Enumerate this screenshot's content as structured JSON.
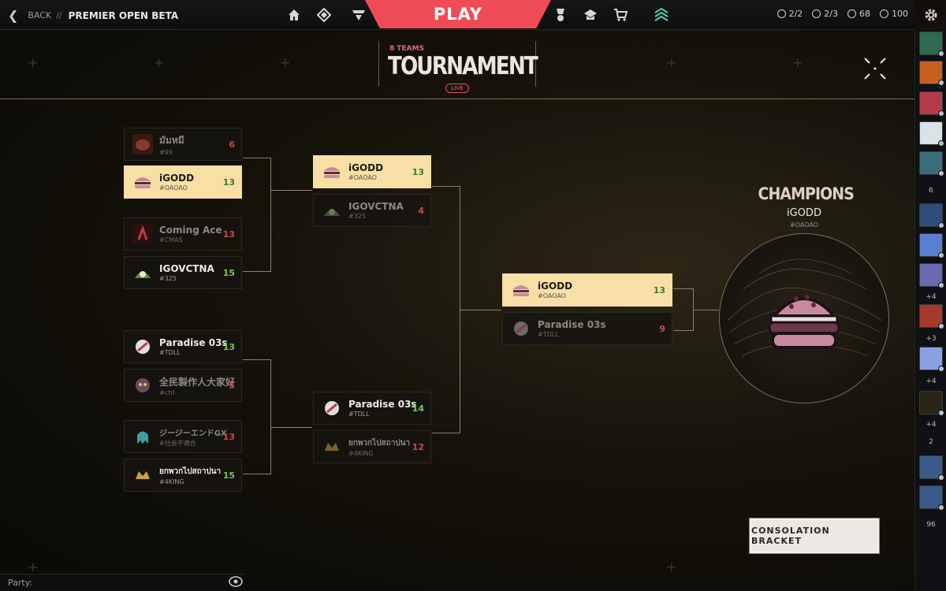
{
  "topbar": {
    "back_label": "BACK",
    "separator": "//",
    "page_title": "PREMIER OPEN BETA",
    "play_label": "PLAY",
    "stats": [
      {
        "icon": "clock-icon",
        "value": "2/2"
      },
      {
        "icon": "plus-circle-icon",
        "value": "2/3"
      },
      {
        "icon": "valorant-points-icon",
        "value": "68"
      },
      {
        "icon": "radianite-icon",
        "value": "100"
      }
    ]
  },
  "header": {
    "teams_label": "8 TEAMS",
    "title": "TOURNAMENT",
    "live_label": "LIVE"
  },
  "bracket": {
    "quarterfinals": [
      {
        "name": "มัมหมี",
        "tag": "#99",
        "score": "6"
      },
      {
        "name": "iGODD",
        "tag": "#OAOAO",
        "score": "13"
      },
      {
        "name": "Coming Ace",
        "tag": "#CMAS",
        "score": "13"
      },
      {
        "name": "IGOVCTNA",
        "tag": "#325",
        "score": "15"
      },
      {
        "name": "Paradise 03s",
        "tag": "#TDLL",
        "score": "13"
      },
      {
        "name": "全民製作人大家好",
        "tag": "#ctrl",
        "score": "5"
      },
      {
        "name": "ジージーエンドGX",
        "tag": "#社会不適合",
        "score": "13"
      },
      {
        "name": "ยกพวกไปสถาปนา",
        "tag": "#4KING",
        "score": "15"
      }
    ],
    "semifinals": [
      {
        "name": "iGODD",
        "tag": "#OAOAO",
        "score": "13"
      },
      {
        "name": "IGOVCTNA",
        "tag": "#325",
        "score": "4"
      },
      {
        "name": "Paradise 03s",
        "tag": "#TDLL",
        "score": "14"
      },
      {
        "name": "ยกพวกไปสถาปนา",
        "tag": "#4KING",
        "score": "12"
      }
    ],
    "final": [
      {
        "name": "iGODD",
        "tag": "#OAOAO",
        "score": "13"
      },
      {
        "name": "Paradise 03s",
        "tag": "#TDLL",
        "score": "9"
      }
    ]
  },
  "champions": {
    "label": "CHAMPIONS",
    "name": "iGODD",
    "tag": "#OAOAO"
  },
  "consolation_label": "CONSOLATION BRACKET",
  "party_label": "Party:",
  "rightbar": {
    "counts": [
      "6",
      "+4",
      "+3",
      "+4",
      "+4",
      "2",
      "96"
    ]
  },
  "colors": {
    "accent_red": "#ef4b56",
    "winner_card": "#f7dfa6",
    "win_score": "#78c55b",
    "loss_score": "#c84a44"
  }
}
